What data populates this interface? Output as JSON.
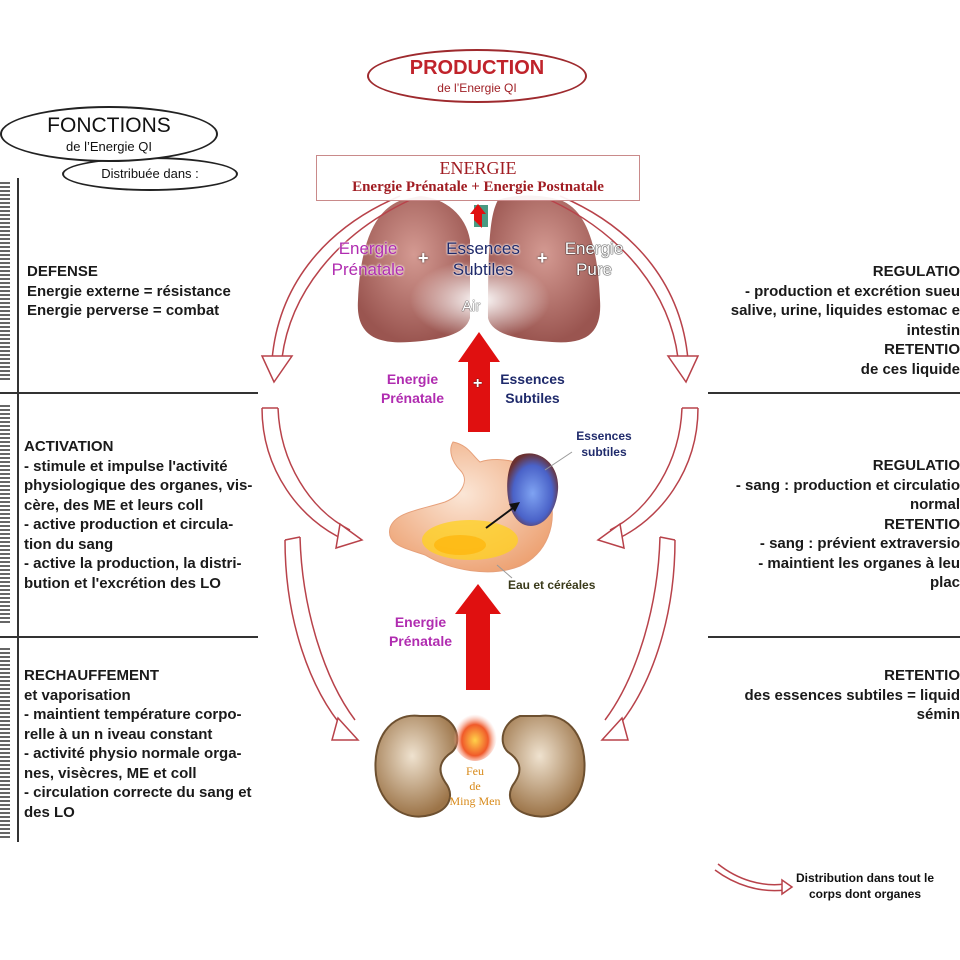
{
  "production": {
    "title": "PRODUCTION",
    "subtitle": "de l’Energie QI",
    "color": "#c0232b"
  },
  "fonctions": {
    "title": "FONCTIONS",
    "subtitle": "de l’Energie QI",
    "distrib": "Distribuée dans :"
  },
  "energie_box": {
    "title": "ENERGIE",
    "subtitle": "Energie Prénatale + Energie Postnatale",
    "color": "#a01c22"
  },
  "lungs": {
    "prenatale": "Energie\nPrénatale",
    "plus1": "+",
    "essences": "Essences\nSubtiles",
    "plus2": "+",
    "pure": "Energie\nPure",
    "air": "Air"
  },
  "middle": {
    "prenatale": "Energie\nPrénatale",
    "plus": "+",
    "essences": "Essences\nSubtiles",
    "stomach_essences": "Essences\nsubtiles",
    "eau": "Eau et céréales"
  },
  "lower": {
    "prenatale": "Energie\nPrénatale",
    "feu": "Feu\nde\nMing Men"
  },
  "left": {
    "defense": {
      "title": "DEFENSE",
      "lines": [
        "Energie externe = résistance",
        "Energie perverse = combat"
      ]
    },
    "activation": {
      "title": "ACTIVATION",
      "lines": [
        "- stimule et impulse l'activité",
        "physiologique des organes, vis-",
        "cère, des ME et leurs coll",
        "- active production et circula-",
        "tion du sang",
        "- active la production, la distri-",
        "bution et l'excrétion des LO"
      ]
    },
    "rechauffement": {
      "title": "RECHAUFFEMENT",
      "lines": [
        "et vaporisation",
        "- maintient température corpo-",
        "relle à un n iveau constant",
        "- activité physio normale orga-",
        "nes, visècres, ME et coll",
        "- circulation correcte du sang et",
        "des LO"
      ]
    }
  },
  "right": {
    "upper": {
      "lines": [
        "REGULATIO",
        "- production  et excrétion sueu",
        "salive, urine, liquides estomac e",
        "intestin",
        "RETENTIO",
        "de ces liquide"
      ]
    },
    "middle": {
      "lines": [
        "REGULATIO",
        "- sang : production  et circulatio",
        "normal",
        "RETENTIO",
        "- sang : prévient extraversio",
        "- maintient les organes à leu",
        "plac"
      ]
    },
    "lower": {
      "lines": [
        "RETENTIO",
        "des essences subtiles = liquid",
        "sémin"
      ]
    }
  },
  "legend": {
    "text": "Distribution dans tout le\ncorps dont organes"
  },
  "colors": {
    "magenta": "#b02cb0",
    "navy": "#1f2a6b",
    "arrow_red": "#e01010",
    "outline_red": "#b8424a",
    "lung": "#b06a66",
    "kidney": "#a8845a",
    "feu": "#d88a1a"
  }
}
